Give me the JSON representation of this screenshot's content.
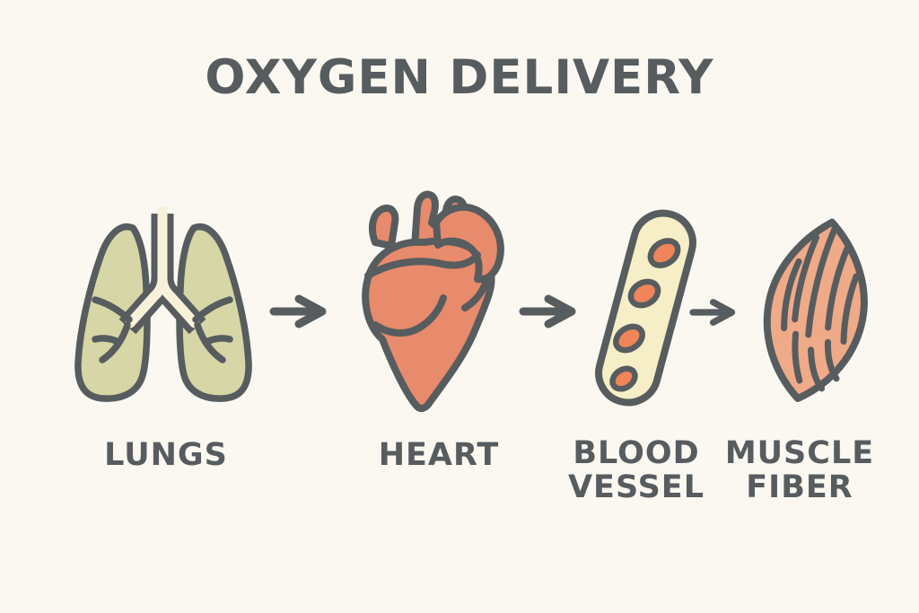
{
  "title": "OXYGEN DELIVERY",
  "colors": {
    "background": "#faf8f1",
    "ink": "#575c5f",
    "lungs-fill": "#d6d6a6",
    "airway-fill": "#f8f1da",
    "heart-fill": "#e88a6c",
    "vessel-fill": "#f6eec6",
    "cell-fill": "#ef8559",
    "muscle-fill": "#efaa88"
  },
  "steps": [
    {
      "id": "lungs",
      "label": "LUNGS",
      "icon": "lungs-icon"
    },
    {
      "id": "heart",
      "label": "HEART",
      "icon": "heart-icon"
    },
    {
      "id": "blood-vessel",
      "label": "BLOOD\nVESSEL",
      "icon": "blood-vessel-icon"
    },
    {
      "id": "muscle-fiber",
      "label": "MUSCLE\nFIBER",
      "icon": "muscle-fiber-icon"
    }
  ],
  "connector": {
    "icon": "right-arrow-icon",
    "count": 3
  }
}
